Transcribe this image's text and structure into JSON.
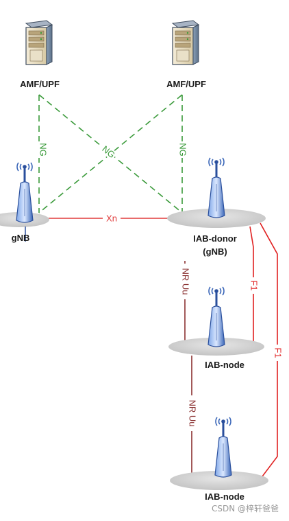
{
  "nodes": {
    "amf_upf_left": {
      "label": "AMF/UPF"
    },
    "amf_upf_right": {
      "label": "AMF/UPF"
    },
    "gnb": {
      "label": "gNB"
    },
    "iab_donor": {
      "label_line1": "IAB-donor",
      "label_line2": "(gNB)"
    },
    "iab_node_1": {
      "label": "IAB-node"
    },
    "iab_node_2": {
      "label": "IAB-node"
    }
  },
  "links": {
    "ng_left": "NG",
    "ng_cross": "NG",
    "ng_right": "NG",
    "xn": "Xn",
    "nr_uu_upper": "NR Uu",
    "nr_uu_lower": "NR Uu",
    "f1_inner": "F1",
    "f1_outer": "F1"
  },
  "colors": {
    "ng_link": "#3a9a3a",
    "xn_link": "#e03a3a",
    "f1_link": "#e02020",
    "nr_uu_link": "#8a3030",
    "platform": "#d4d4d4",
    "antenna_body": "#4a78c8"
  },
  "watermark": "CSDN @梓轩爸爸"
}
